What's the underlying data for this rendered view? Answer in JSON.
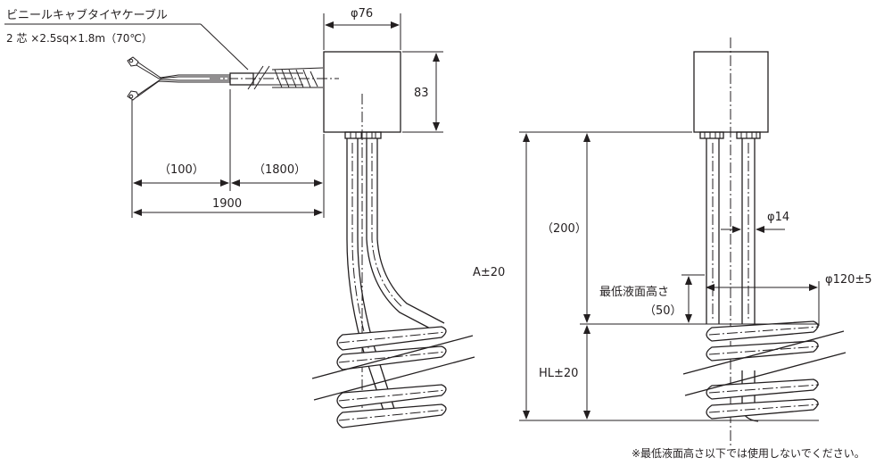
{
  "cable": {
    "name": "ビニールキャブタイヤケーブル",
    "spec": "2 芯 ×2.5sq×1.8m（70℃）"
  },
  "dimensions": {
    "head_diameter": "φ76",
    "head_height": "83",
    "lead_length": "（100）",
    "cable_length": "（1800）",
    "total_length": "1900",
    "immersion_length": "A±20",
    "unheated_length": "（200）",
    "tube_diameter": "φ14",
    "coil_diameter": "φ120±5",
    "min_level_label": "最低液面高さ",
    "min_level_value": "（50）",
    "heated_length": "HL±20"
  },
  "note": "※最低液面高さ以下では使用しないでください。"
}
